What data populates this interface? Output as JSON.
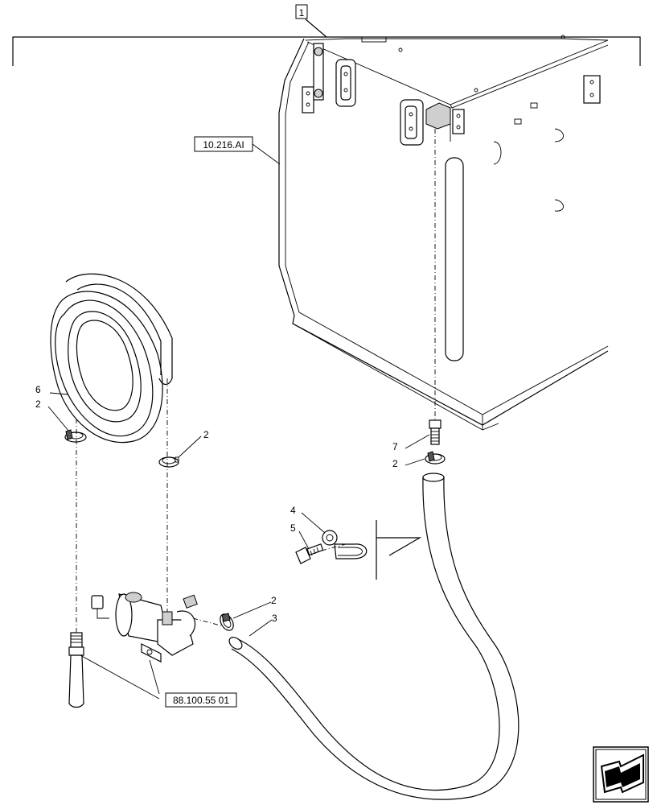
{
  "assembly": {
    "item": "1"
  },
  "references": {
    "tank": "10.216.AI",
    "pump": "88.100.55 01"
  },
  "callouts": {
    "c_hose_coil": "6",
    "c_clamp_left": "2",
    "c_clamp_mid": "2",
    "c_adapter": "7",
    "c_clamp_right": "2",
    "c_clip": "4",
    "c_bolt": "5",
    "c_clamp_pump": "2",
    "c_hose": "3"
  },
  "icons": {
    "nav": "arrow-icon"
  }
}
